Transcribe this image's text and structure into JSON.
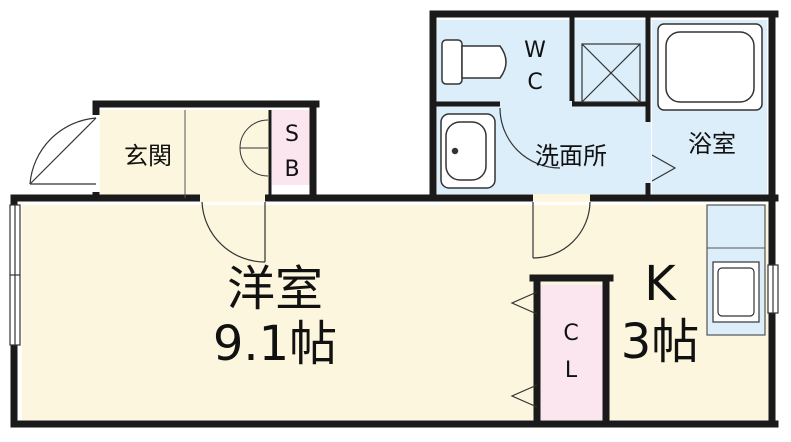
{
  "colors": {
    "wall": "#1a1a1a",
    "western_room": "#fbf6dd",
    "kitchen": "#fbf6dd",
    "entrance": "#fbf6dd",
    "wet_area": "#dbeefa",
    "closet": "#fbe6ef",
    "background": "#ffffff"
  },
  "rooms": {
    "western": {
      "name": "洋室",
      "size": "9.1帖"
    },
    "kitchen": {
      "name": "K",
      "size": "3帖"
    },
    "entrance": {
      "name": "玄関"
    },
    "shoe_box": {
      "line1": "S",
      "line2": "B"
    },
    "toilet": {
      "line1": "W",
      "line2": "C"
    },
    "washroom": {
      "name": "洗面所"
    },
    "bathroom": {
      "name": "浴室"
    },
    "closet": {
      "line1": "C",
      "line2": "L"
    }
  }
}
